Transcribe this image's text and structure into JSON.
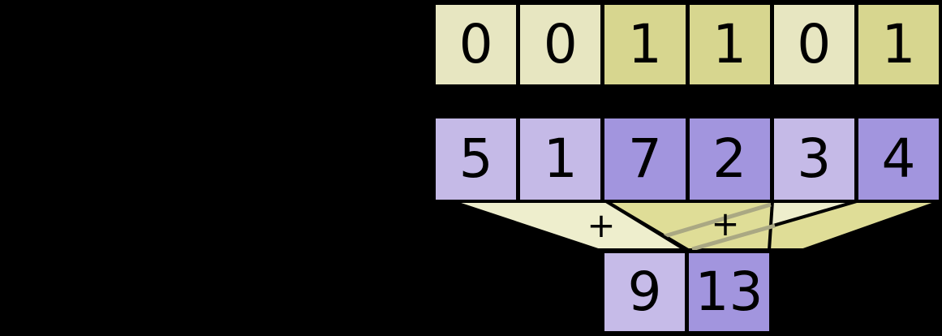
{
  "diagram": {
    "description_visible_text_only": "",
    "mask_row": {
      "cells": [
        {
          "value": "0",
          "state": "0"
        },
        {
          "value": "0",
          "state": "0"
        },
        {
          "value": "1",
          "state": "1"
        },
        {
          "value": "1",
          "state": "1"
        },
        {
          "value": "0",
          "state": "0"
        },
        {
          "value": "1",
          "state": "1"
        }
      ]
    },
    "value_row": {
      "cells": [
        {
          "value": "5",
          "state": "0"
        },
        {
          "value": "1",
          "state": "0"
        },
        {
          "value": "7",
          "state": "1"
        },
        {
          "value": "2",
          "state": "1"
        },
        {
          "value": "3",
          "state": "0"
        },
        {
          "value": "4",
          "state": "1"
        }
      ]
    },
    "result_row": {
      "cells": [
        {
          "value": "9",
          "state": "0"
        },
        {
          "value": "13",
          "state": "1"
        }
      ]
    },
    "operators": [
      {
        "symbol": "+"
      },
      {
        "symbol": "+"
      }
    ],
    "colors": {
      "background": "#000000",
      "mask_off_cell": "#e7e6c1",
      "mask_on_cell": "#d7d68f",
      "value_off_cell": "#c5bae7",
      "value_on_cell": "#a295de",
      "result_off_cell": "#c6bbe8",
      "result_on_cell": "#a295de",
      "funnel_light": "#eeeecd",
      "funnel_dark": "#dfdd97",
      "band_edge_gray": "#aaa883",
      "outline": "#000000"
    }
  }
}
